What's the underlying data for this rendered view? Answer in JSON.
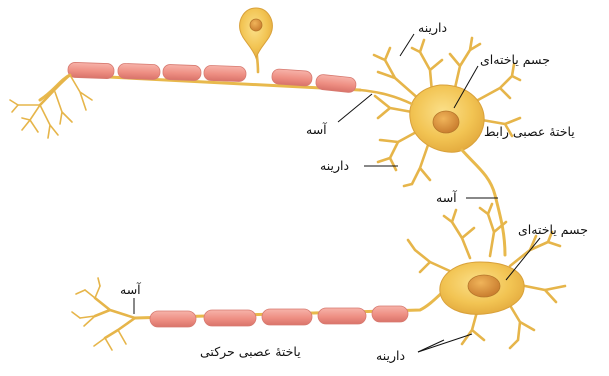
{
  "labels": {
    "dendrite_top": "دارینه",
    "cell_body_top": "جسم یاخته‌ای",
    "interneuron": "یاختهٔ عصبی رابط",
    "axon_upper_left": "آسه",
    "dendrite_middle": "دارینه",
    "axon_middle": "آسه",
    "cell_body_bottom": "جسم یاخته‌ای",
    "axon_lower_left": "آسه",
    "motor_neuron": "یاختهٔ عصبی حرکتی",
    "dendrite_bottom": "دارینه"
  },
  "colors": {
    "soma": "#f1c14f",
    "dendrite": "#e6b54a",
    "myelin": "#ee8f83",
    "nucleus": "#d98b3a",
    "text": "#111111"
  }
}
